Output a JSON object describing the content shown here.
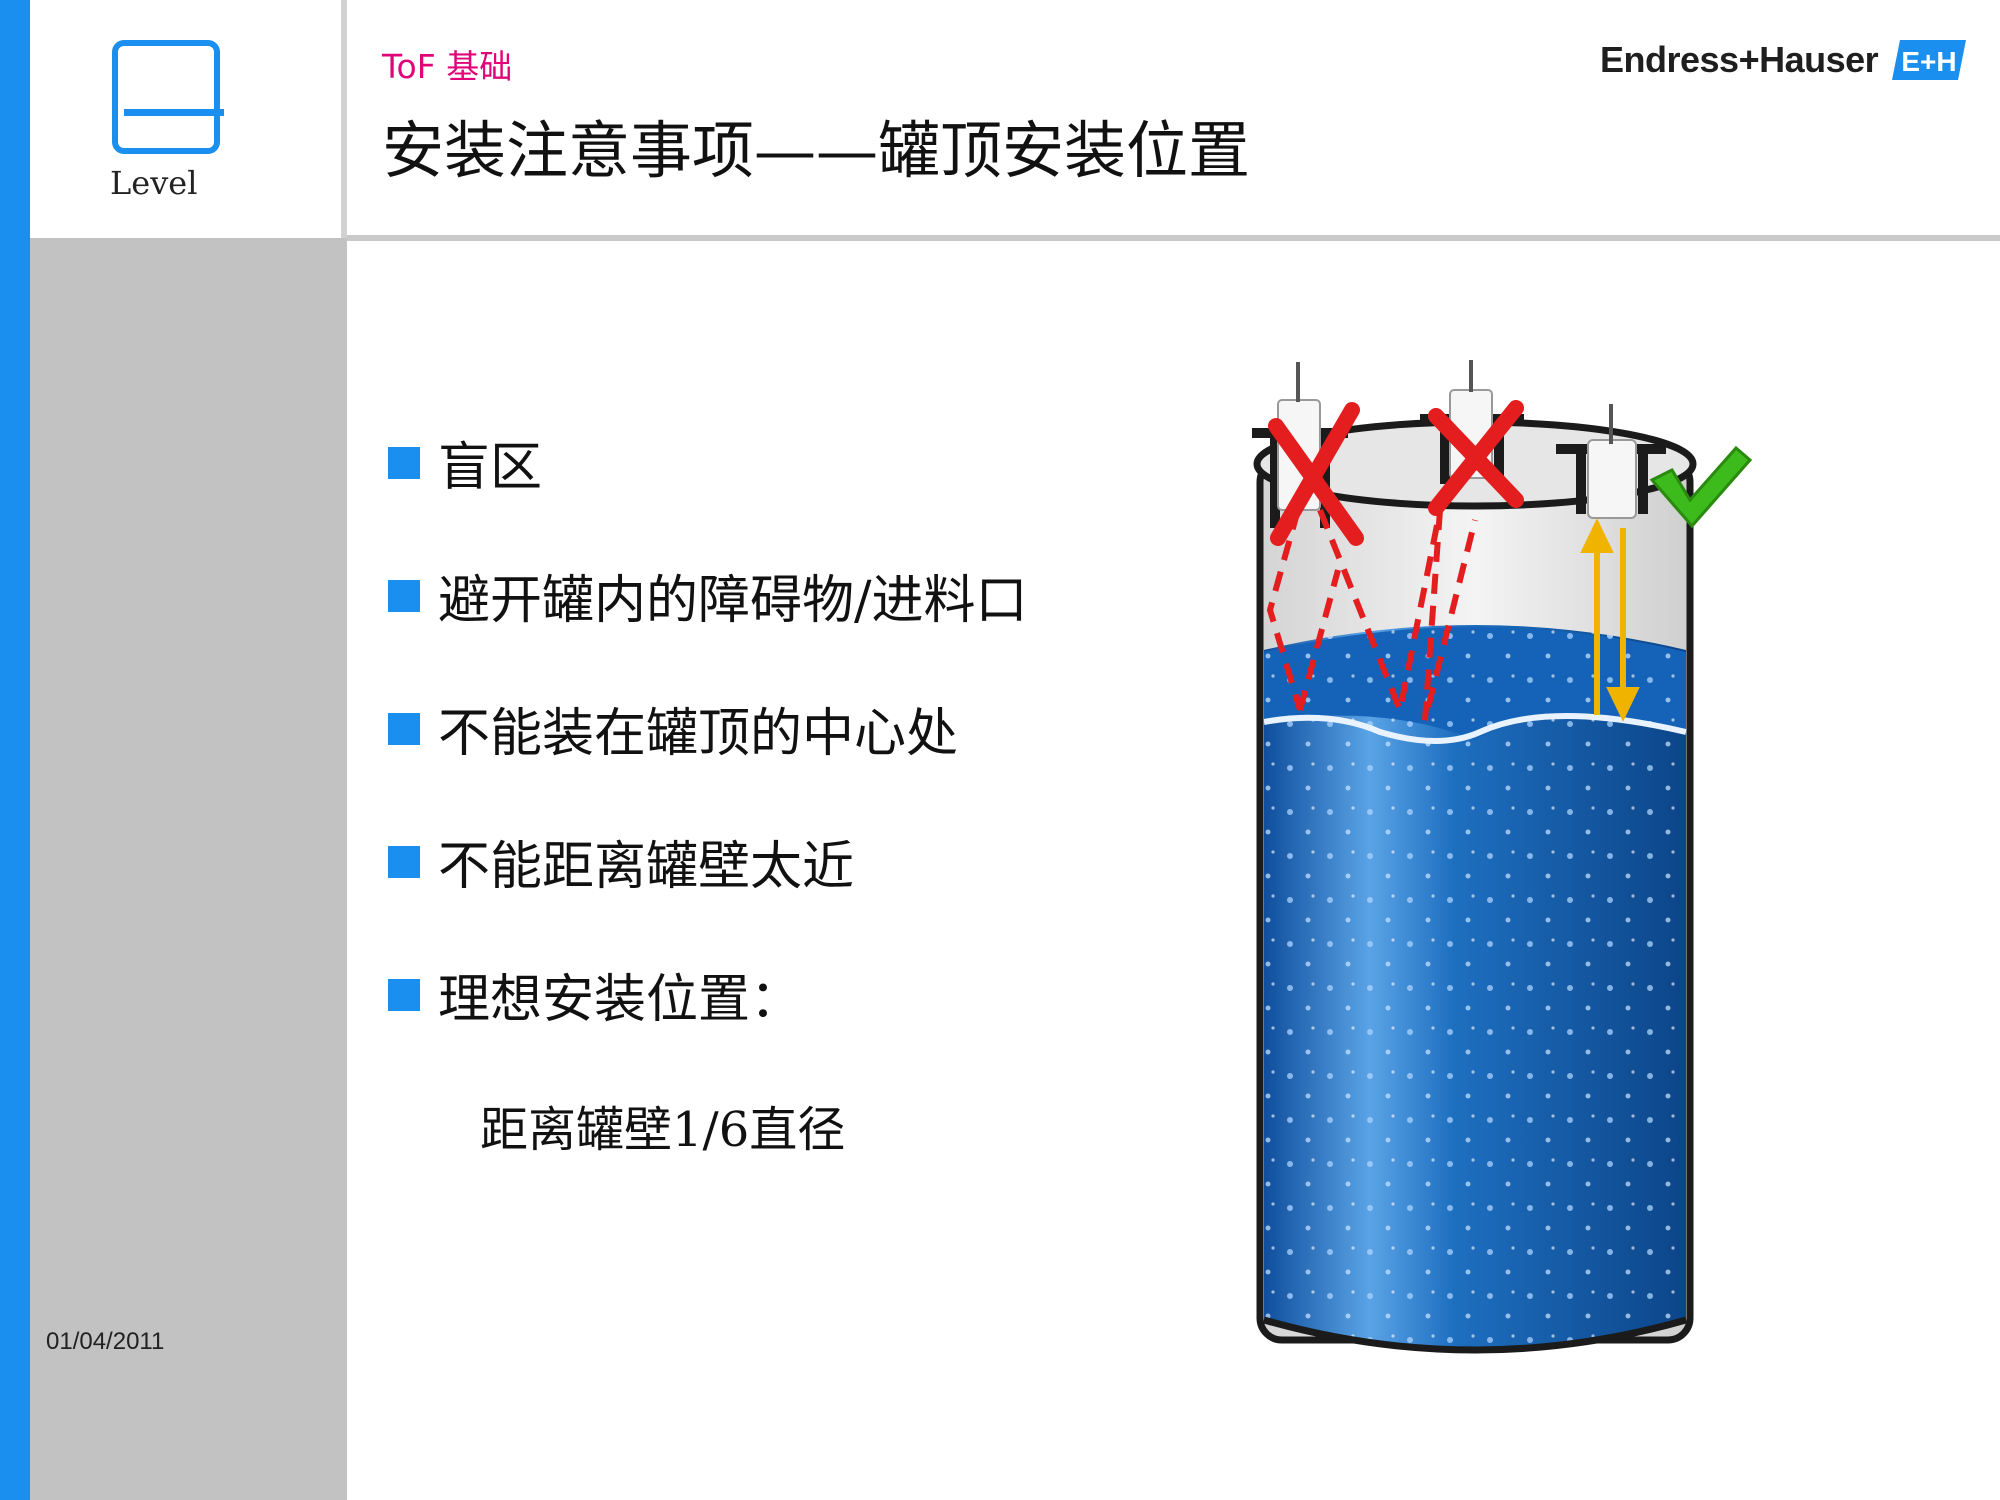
{
  "sidebar": {
    "logo_label": "Level",
    "date": "01/04/2011"
  },
  "header": {
    "kicker": "ToF 基础",
    "title": "安装注意事项——罐顶安装位置",
    "brand_name": "Endress+Hauser",
    "brand_mark": "E+H"
  },
  "content": {
    "bullets": [
      "盲区",
      "避开罐内的障碍物/进料口",
      "不能装在罐顶的中心处",
      "不能距离罐壁太近",
      "理想安装位置："
    ],
    "subline": "距离罐壁1/6直径"
  },
  "illustration": {
    "icons": [
      "sensor-icon",
      "red-x-icon",
      "green-check-icon"
    ],
    "colors": {
      "water": "#1e6fc0",
      "wrong": "#e41e1e",
      "ok": "#3dbb1c",
      "beam": "#f0b400",
      "accent": "#1a8ff0"
    }
  }
}
